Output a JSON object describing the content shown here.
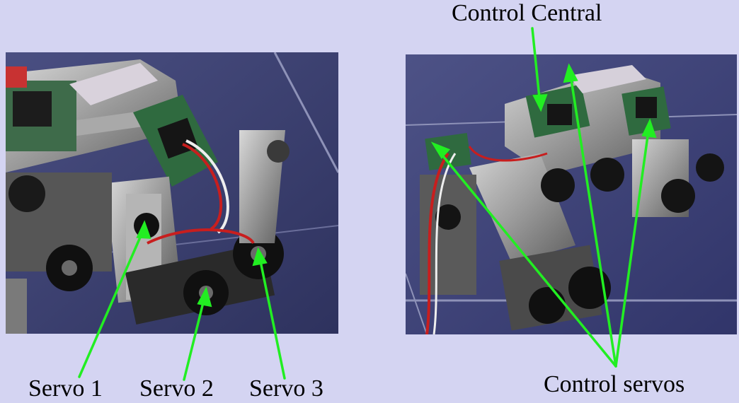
{
  "labels": {
    "servo1": "Servo 1",
    "servo2": "Servo 2",
    "servo3": "Servo 3",
    "control_central": "Control Central",
    "control_servos": "Control servos"
  },
  "colors": {
    "background": "#d4d4f2",
    "arrow": "#22ee22",
    "floor": "#3b3f6e"
  }
}
